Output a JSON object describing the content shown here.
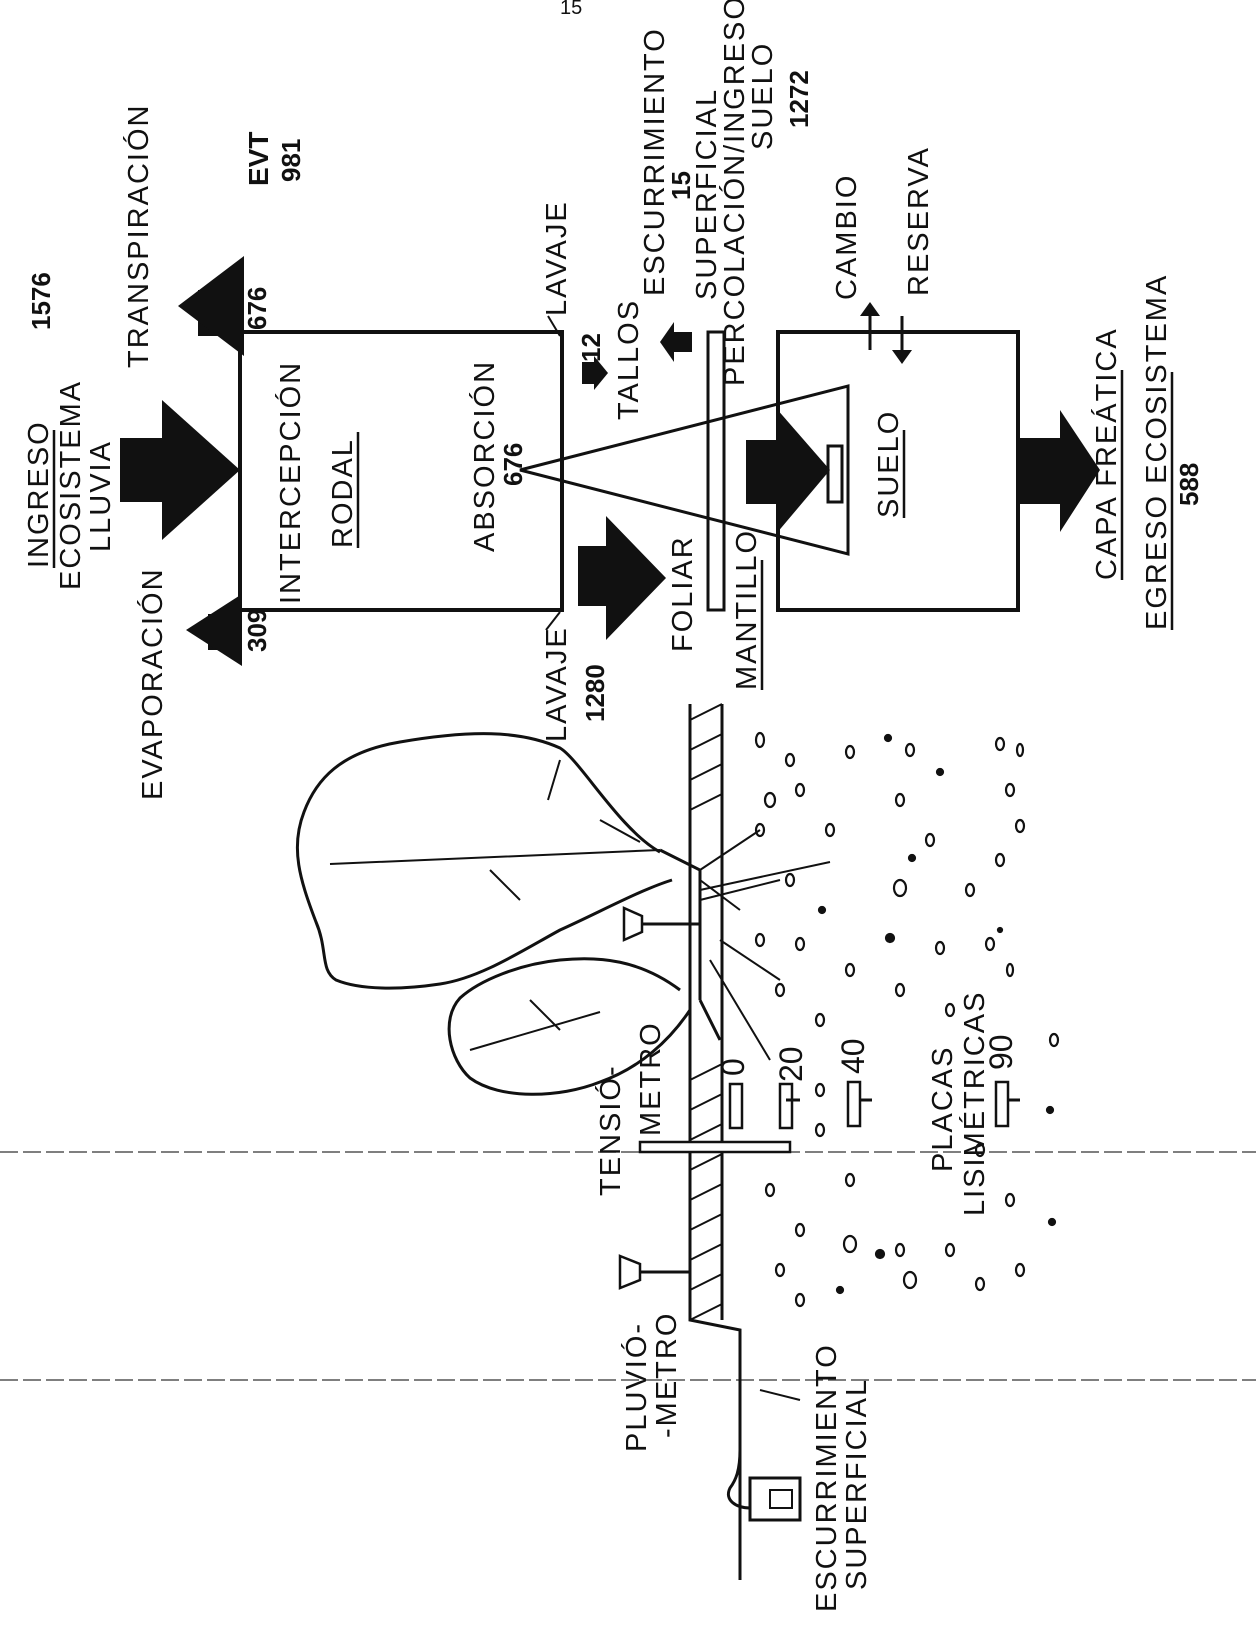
{
  "page_number": "15",
  "labels": {
    "ingreso": "INGRESO",
    "ecosistema": "ECOSISTEMA",
    "lluvia": "LLUVIA",
    "lluvia_value": "1576",
    "transpiracion": "TRANSPIRACIÓN",
    "evt": "EVT",
    "evt_value": "981",
    "evaporacion": "EVAPORACIÓN",
    "evaporacion_value": "309",
    "transpiracion_value": "676",
    "intercepcion": "INTERCEPCIÓN",
    "rodal": "RODAL",
    "absorcion": "ABSORCIÓN",
    "absorcion_value": "676",
    "lavaje_top": "LAVAJE",
    "lavaje_bottom": "LAVAJE",
    "lavaje_value": "1280",
    "tallos": "TALLOS",
    "tallos_value": "12",
    "foliar": "FOLIAR",
    "mantillo": "MANTILLO",
    "escurrimiento_top": "ESCURRIMIENTO",
    "escurrimiento_top_value": "15",
    "superficial_top": "SUPERFICIAL",
    "percolacion": "PERCOLACIÓN/INGRESO",
    "suelo_top": "SUELO",
    "percolacion_value": "1272",
    "cambio": "CAMBIO",
    "reserva": "RESERVA",
    "suelo": "SUELO",
    "capa_freatica": "CAPA FREÁTICA",
    "egreso_ecosistema": "EGRESO ECOSISTEMA",
    "egreso_value": "588",
    "tensiometro_1": "TENSIÓ-",
    "tensiometro_2": "METRO",
    "placas": "PLACAS",
    "lisimetricas": "LISIMÉTRICAS",
    "depth_0": "0",
    "depth_20": "20",
    "depth_40": "40",
    "depth_90": "90",
    "pluviometro_1": "PLUVIÓ-",
    "pluviometro_2": "-METRO",
    "escurrimiento_bottom": "ESCURRIMIENTO",
    "superficial_bottom": "SUPERFICIAL"
  },
  "colors": {
    "ink": "#111111",
    "paper": "#ffffff",
    "bleed_text": "#b5b5b5"
  }
}
